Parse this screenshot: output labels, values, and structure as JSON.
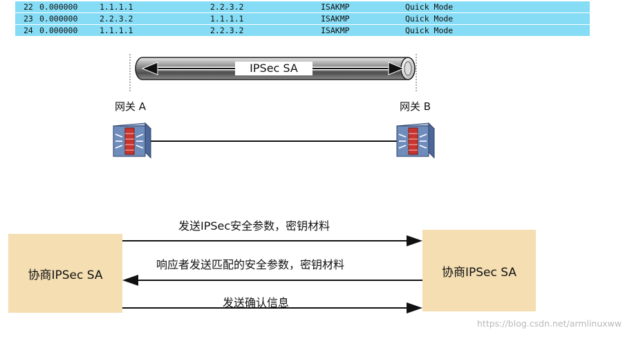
{
  "packet_table": {
    "rows": [
      {
        "no": "22",
        "time": "0.000000",
        "source": "1.1.1.1",
        "destination": "2.2.3.2",
        "protocol": "ISAKMP",
        "info": "Quick Mode"
      },
      {
        "no": "23",
        "time": "0.000000",
        "source": "2.2.3.2",
        "destination": "1.1.1.1",
        "protocol": "ISAKMP",
        "info": "Quick Mode"
      },
      {
        "no": "24",
        "time": "0.000000",
        "source": "1.1.1.1",
        "destination": "2.2.3.2",
        "protocol": "ISAKMP",
        "info": "Quick Mode"
      }
    ],
    "row_color": "#86dcf5"
  },
  "tunnel": {
    "label": "IPSec SA",
    "gateway_a": "网关 A",
    "gateway_b": "网关 B"
  },
  "negotiation": {
    "left_box": "协商IPSec SA",
    "right_box": "协商IPSec SA",
    "box_color": "#f4deb2",
    "messages": [
      {
        "text": "发送IPSec安全参数，密钥材料",
        "direction": "right"
      },
      {
        "text": "响应者发送匹配的安全参数，密钥材料",
        "direction": "left"
      },
      {
        "text": "发送确认信息",
        "direction": "right"
      }
    ]
  },
  "watermark": "https://blog.csdn.net/armlinuxww"
}
